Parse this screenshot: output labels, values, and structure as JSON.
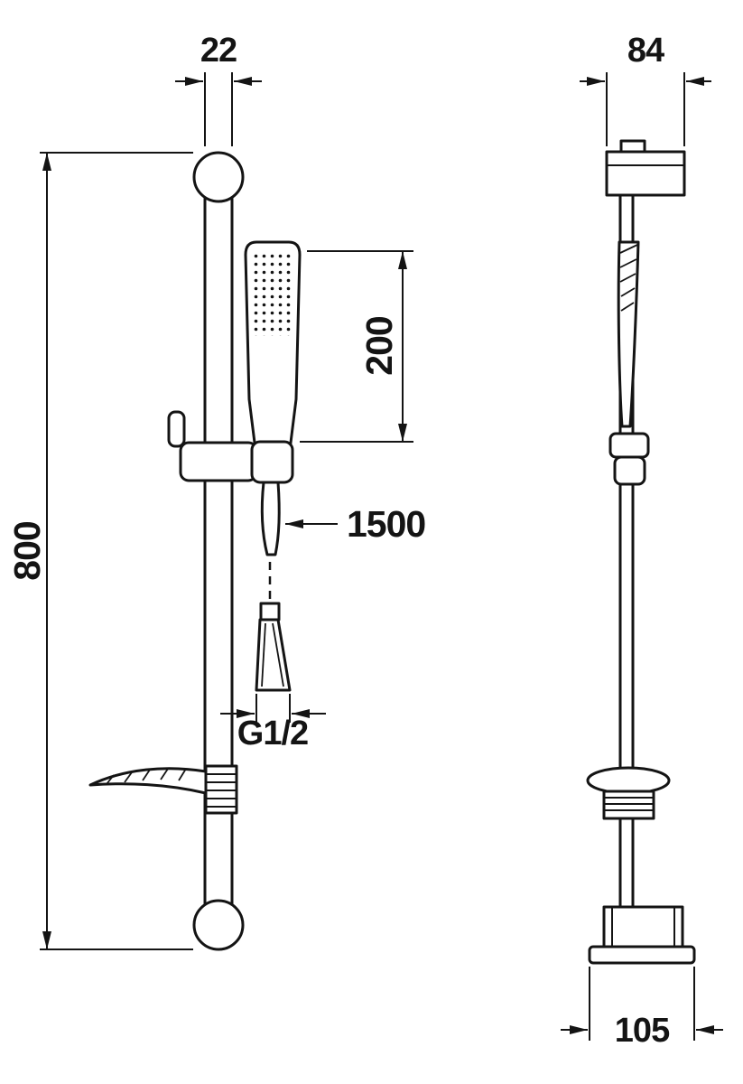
{
  "drawing": {
    "background_color": "#ffffff",
    "line_color": "#141414",
    "dimensions": {
      "rail_width": "22",
      "top_bracket_width": "84",
      "handset_length": "200",
      "bar_length": "800",
      "hose_length": "1500",
      "connector_thread": "G1/2",
      "bottom_bracket_width": "105"
    }
  }
}
